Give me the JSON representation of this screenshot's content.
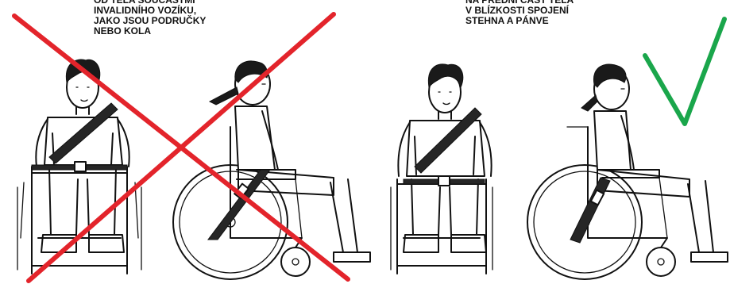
{
  "captions": {
    "wrong": "OD TĚLA SOUČÁSTMI\nINVALIDNÍHO VOZÍKU,\nJAKO JSOU PODRUČKY\nNEBO KOLA",
    "right": "NA PŘEDNÍ ČÁST TĚLA\nV BLÍZKOSTI SPOJENÍ\nSTEHNA A PÁNVE"
  },
  "colors": {
    "wrong_mark": "#e3242b",
    "right_mark": "#1aa64b",
    "ink": "#111111"
  },
  "icons": {
    "wrong_mark": "red-x-cross",
    "right_mark": "green-check-mark"
  }
}
